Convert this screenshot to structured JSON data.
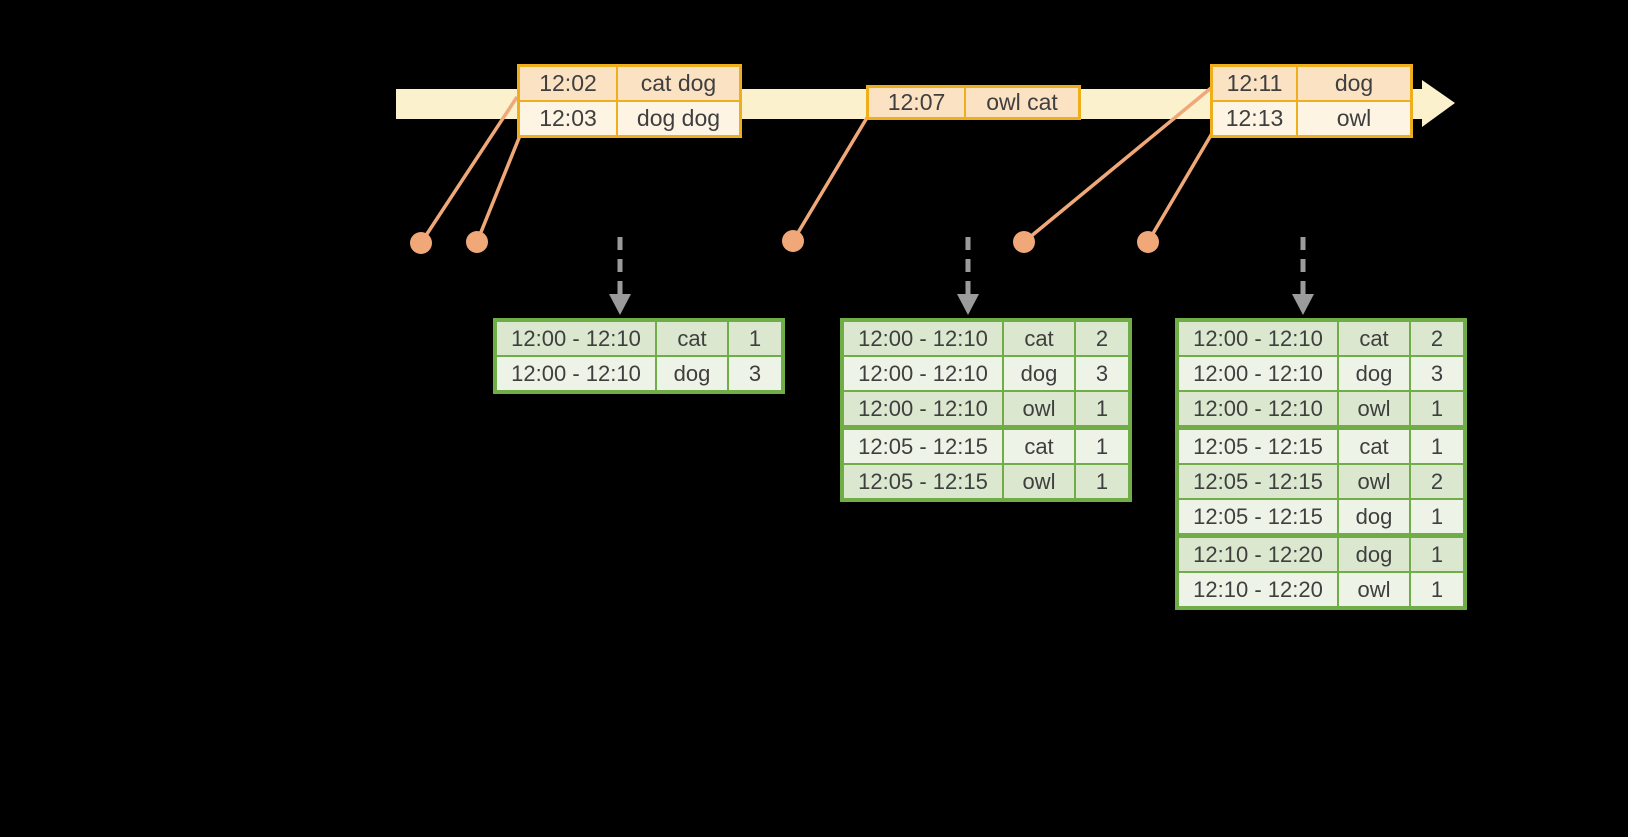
{
  "colors": {
    "background": "#000000",
    "timeline_fill": "#fbf1cd",
    "event_table_border": "#efae1c",
    "event_row_dark": "#fbe2c3",
    "event_row_light": "#fdf4e4",
    "connector_salmon": "#f0a878",
    "result_table_border": "#70ad47",
    "result_row_dark": "#dbe7cf",
    "result_row_light": "#eef3e8",
    "trigger_arrow_gray": "#9b9b9b",
    "text": "#3f3f3f"
  },
  "event_tables": [
    {
      "rows": [
        {
          "time": "12:02",
          "words": "cat dog"
        },
        {
          "time": "12:03",
          "words": "dog dog"
        }
      ]
    },
    {
      "rows": [
        {
          "time": "12:07",
          "words": "owl cat"
        }
      ]
    },
    {
      "rows": [
        {
          "time": "12:11",
          "words": "dog"
        },
        {
          "time": "12:13",
          "words": "owl"
        }
      ]
    }
  ],
  "result_tables": [
    {
      "rows": [
        {
          "window": "12:00 - 12:10",
          "word": "cat",
          "count": "1"
        },
        {
          "window": "12:00 - 12:10",
          "word": "dog",
          "count": "3"
        }
      ]
    },
    {
      "rows": [
        {
          "window": "12:00 - 12:10",
          "word": "cat",
          "count": "2"
        },
        {
          "window": "12:00 - 12:10",
          "word": "dog",
          "count": "3"
        },
        {
          "window": "12:00 - 12:10",
          "word": "owl",
          "count": "1"
        },
        {
          "window": "12:05 - 12:15",
          "word": "cat",
          "count": "1"
        },
        {
          "window": "12:05 - 12:15",
          "word": "owl",
          "count": "1"
        }
      ]
    },
    {
      "rows": [
        {
          "window": "12:00 - 12:10",
          "word": "cat",
          "count": "2"
        },
        {
          "window": "12:00 - 12:10",
          "word": "dog",
          "count": "3"
        },
        {
          "window": "12:00 - 12:10",
          "word": "owl",
          "count": "1"
        },
        {
          "window": "12:05 - 12:15",
          "word": "cat",
          "count": "1"
        },
        {
          "window": "12:05 - 12:15",
          "word": "owl",
          "count": "2"
        },
        {
          "window": "12:05 - 12:15",
          "word": "dog",
          "count": "1"
        },
        {
          "window": "12:10 - 12:20",
          "word": "dog",
          "count": "1"
        },
        {
          "window": "12:10 - 12:20",
          "word": "owl",
          "count": "1"
        }
      ]
    }
  ]
}
